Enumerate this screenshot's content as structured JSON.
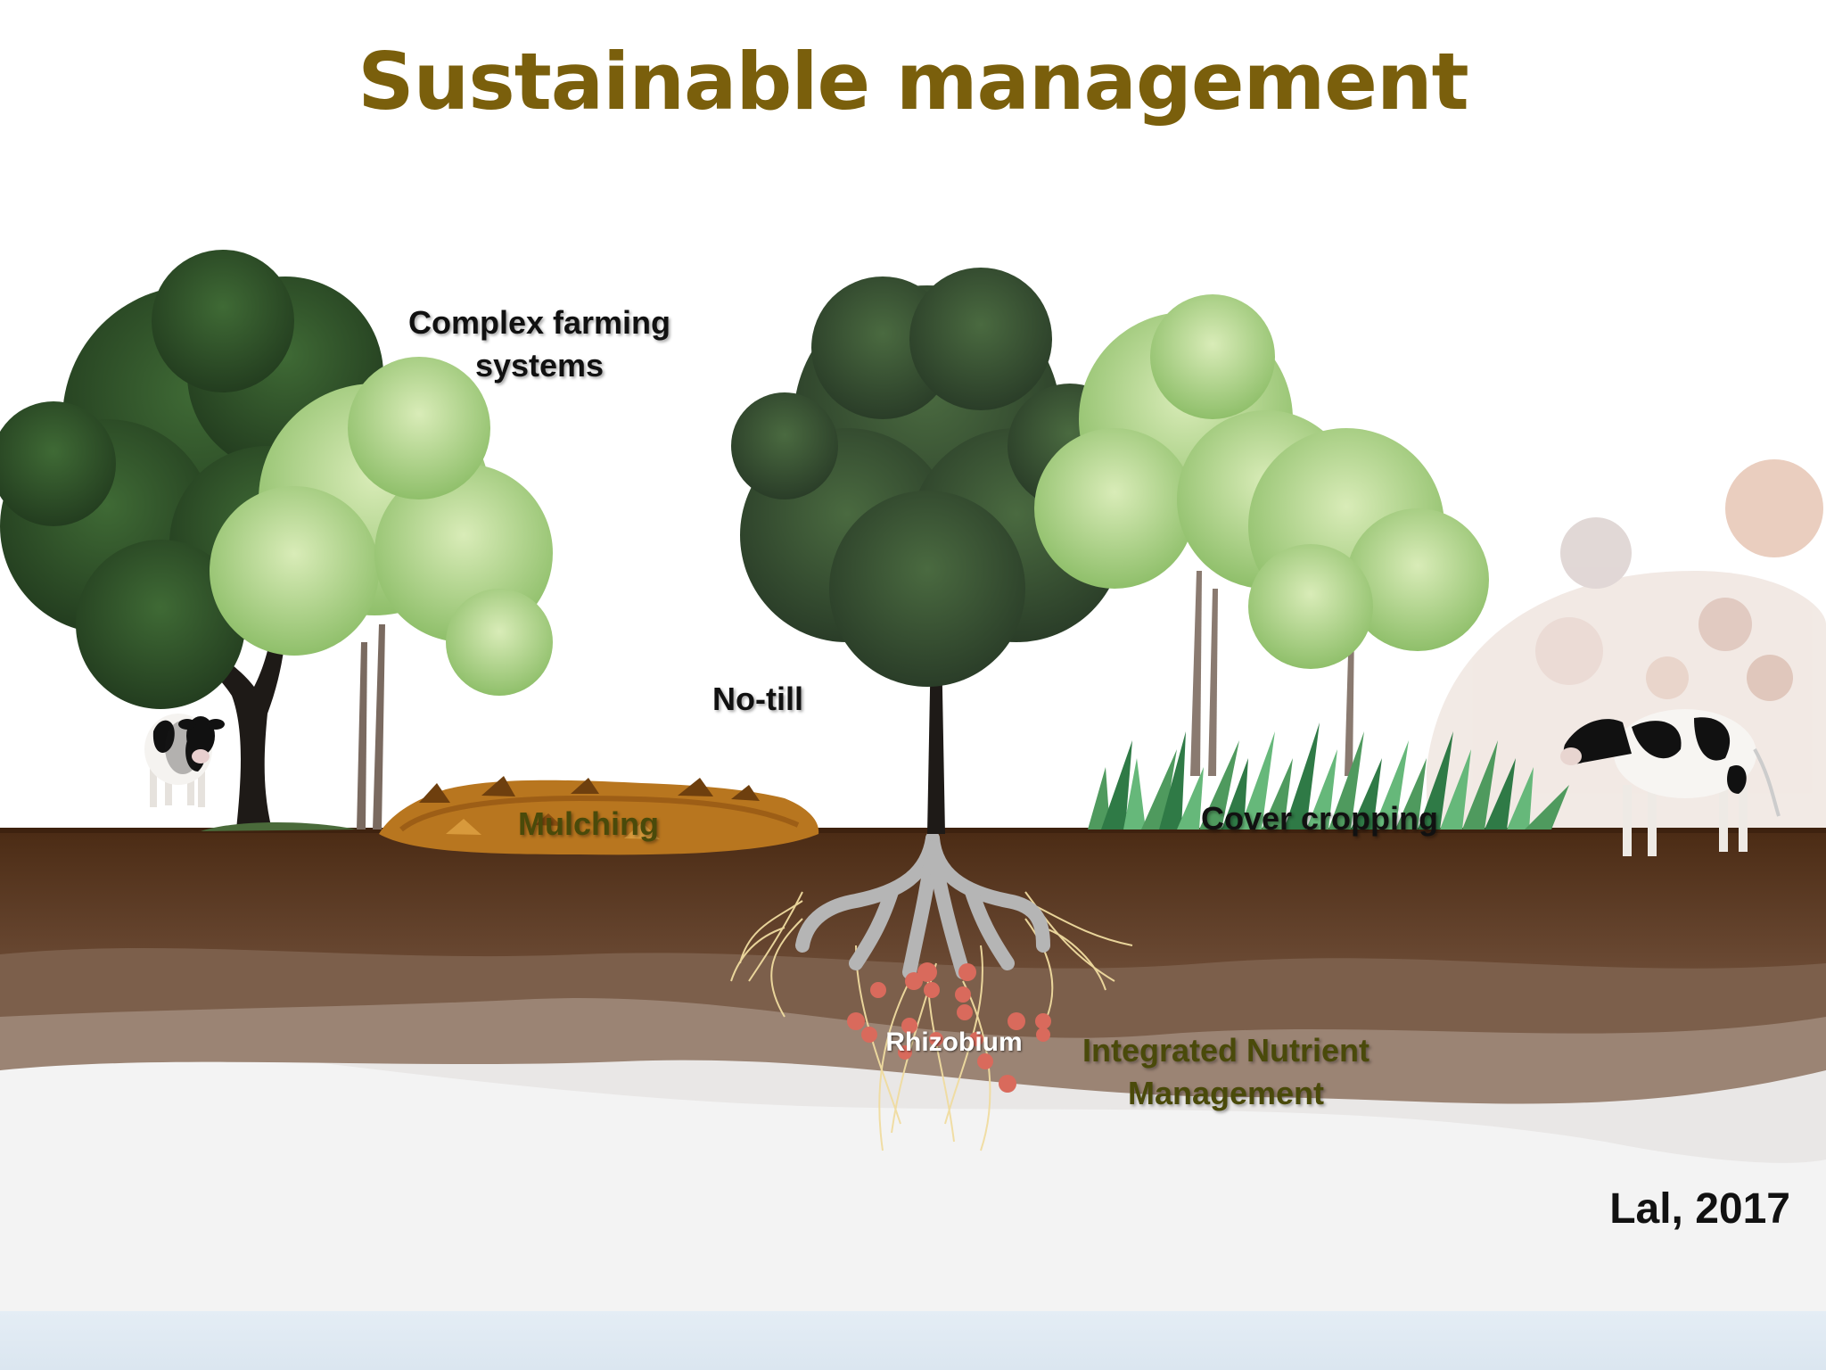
{
  "title": "Sustainable management",
  "labels": {
    "complex_farming": [
      "Complex farming",
      "systems"
    ],
    "no_till": "No-till",
    "mulching": "Mulching",
    "cover_cropping": "Cover cropping",
    "rhizobium": "Rhizobium",
    "inm": [
      "Integrated Nutrient",
      "Management"
    ]
  },
  "citation": "Lal, 2017",
  "colors": {
    "title": "#7a5f0c",
    "topsoil": "#4e2e17",
    "mulch": "#b8761f",
    "rhizobium": "#d96a5c",
    "dark_tree": "#2f4a2c",
    "light_tree": "#a9cf8a"
  }
}
